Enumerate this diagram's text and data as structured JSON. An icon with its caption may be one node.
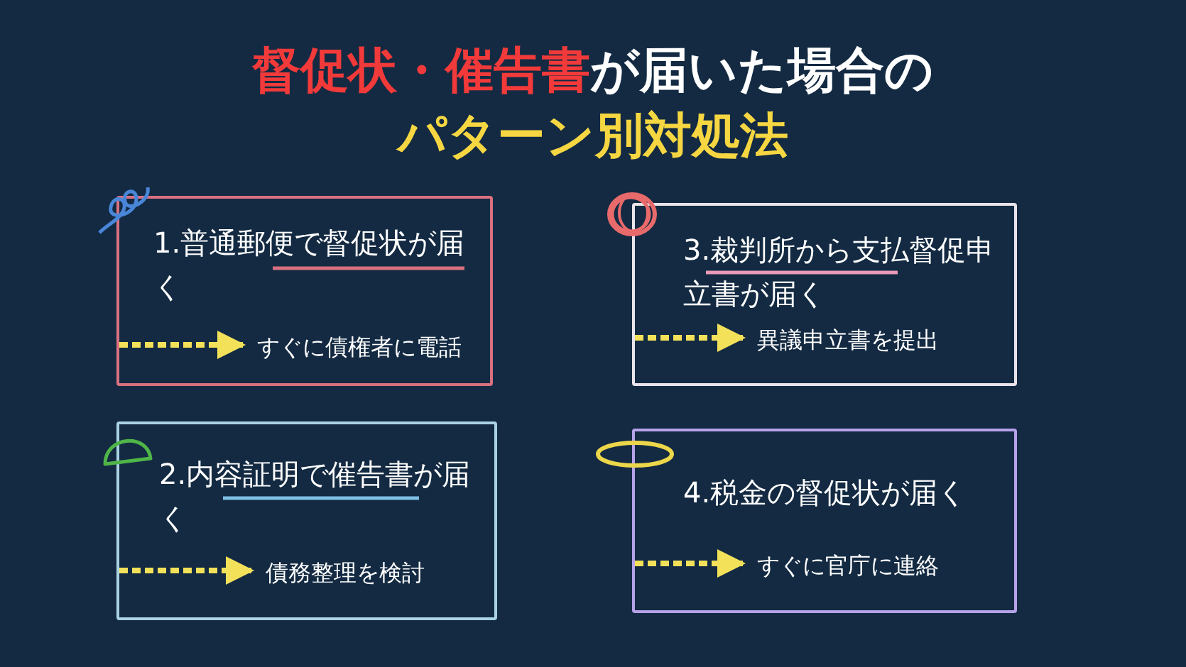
{
  "diagram": {
    "nodes": [
      {
        "text": [
          "1.普通郵便で督促状が届く"
        ]
      },
      {
        "text": [
          "すぐに債権者に電話"
        ],
        "in": 0
      },
      {
        "text": [
          "3.裁判所から支払督促申立書が届く"
        ]
      },
      {
        "text": [
          "異議申立書を提出"
        ],
        "in": 2
      },
      {
        "text": [
          "2.内容証明で催告書が届く"
        ]
      },
      {
        "text": [
          "債務整理を検討"
        ],
        "in": 4
      },
      {
        "text": [
          "4.税金の督促状が届く"
        ]
      },
      {
        "text": [
          "すぐに官庁に連絡"
        ],
        "in": 6
      }
    ],
    "edges": [
      {
        "from": null,
        "to": 1,
        "arrow": "to",
        "style": "dashed",
        "color": "#f3e15a"
      },
      {
        "from": null,
        "to": 3,
        "arrow": "to",
        "style": "dashed",
        "color": "#f3e15a"
      },
      {
        "from": null,
        "to": 5,
        "arrow": "to",
        "style": "dashed",
        "color": "#f3e15a"
      },
      {
        "from": null,
        "to": 7,
        "arrow": "to",
        "style": "dashed",
        "color": "#f3e15a"
      }
    ],
    "labels": [
      "督促状・催告書",
      "が届いた場合の",
      "パターン別対処法"
    ]
  }
}
